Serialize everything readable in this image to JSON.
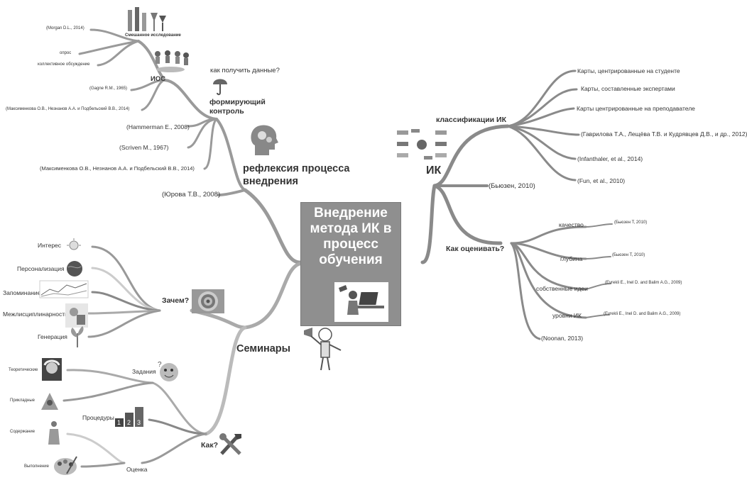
{
  "central": {
    "title": "Внедрение метода ИК в процесс обучения"
  },
  "ik_branch": {
    "label": "ИК",
    "classification": {
      "label": "классификации ИК",
      "items": [
        "Карты, центрированные на студенте",
        "Карты, составленные экспертами",
        "Карты центрированные на преподавателе",
        "(Гаврилова Т.А., Лещёва Т.В. и Кудрявцев Д.В., и др., 2012)",
        "(Infanthaler, et al., 2014)",
        "(Fun, et al., 2010)"
      ]
    },
    "buzan": "(Бьюзен, 2010)",
    "assessment": {
      "label": "Как оценивать?",
      "items": [
        {
          "label": "качество",
          "ref": "(Бьюзен Т, 2010)"
        },
        {
          "label": "глубина",
          "ref": "(Бьюзен Т, 2010)"
        },
        {
          "label": "собственные идеи",
          "ref": "(Evrekli E., Inel D. and Balim A.G., 2009)"
        },
        {
          "label": "уровни ИК",
          "ref": "(Evrekli E., Inel D. and Balim A.G., 2009)"
        },
        {
          "label": "(Noonan, 2013)",
          "ref": ""
        }
      ]
    }
  },
  "reflection_branch": {
    "label": "рефлексия процесса внедрения",
    "question": "как получить данные?",
    "formative": {
      "label": "формирующий контроль",
      "refs": [
        "(Hammerman E., 2008)",
        "(Scriven M., 1967)",
        "(Максименкова О.В., Незнанов А.А. и Подбельский В.В., 2014)"
      ]
    },
    "ios": {
      "label": "ИОС",
      "refs": [
        "(Gagne R.M., 1965)",
        "(Максименкова О.В., Незнанов А.А. и Подбельский В.В., 2014)"
      ]
    },
    "mixed": {
      "label": "Смешанное исследование",
      "items": [
        "(Morgan D.L., 2014)",
        "опрос",
        "коллективное обсуждение"
      ]
    },
    "yurova": "(Юрова Т.В., 2008)"
  },
  "seminars_branch": {
    "label": "Семинары",
    "why": {
      "label": "Зачем?",
      "items": [
        "Интерес",
        "Персонализация",
        "Запоминание",
        "Межлисциплинарность",
        "Генерация"
      ]
    },
    "how": {
      "label": "Как?",
      "tasks": {
        "label": "Задания",
        "items": [
          "Теоретические",
          "Прикладные"
        ]
      },
      "procedures": "Процедуры",
      "evaluation": {
        "label": "Оценка",
        "items": [
          "Содержание",
          "Выполнение"
        ]
      }
    }
  },
  "colors": {
    "branch": "#8a8a8a",
    "branch_light": "#b8b8b8",
    "central_bg": "#8f8f8f",
    "text": "#333333"
  }
}
